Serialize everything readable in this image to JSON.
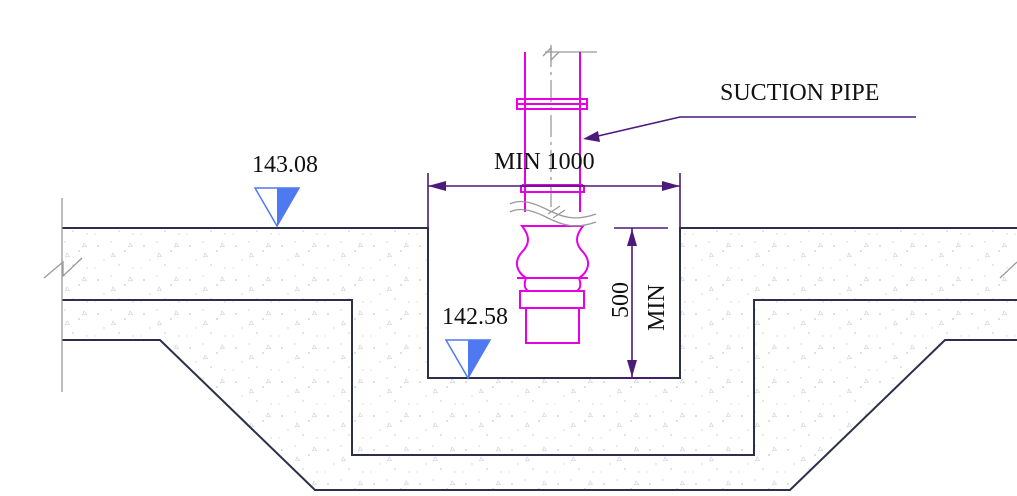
{
  "labels": {
    "suction_pipe": "SUCTION PIPE",
    "top_level": "143.08",
    "sump_level": "142.58",
    "width_dim": "MIN 1000",
    "depth_value": "500",
    "depth_suffix": "MIN"
  },
  "colors": {
    "outline": "#2b2f4a",
    "pipe": "#e600e6",
    "dimension": "#4b1a7a",
    "level_marker": "#4f79f0",
    "hatch_dot": "#c8c8c8",
    "break_line": "#9a9a9a"
  }
}
